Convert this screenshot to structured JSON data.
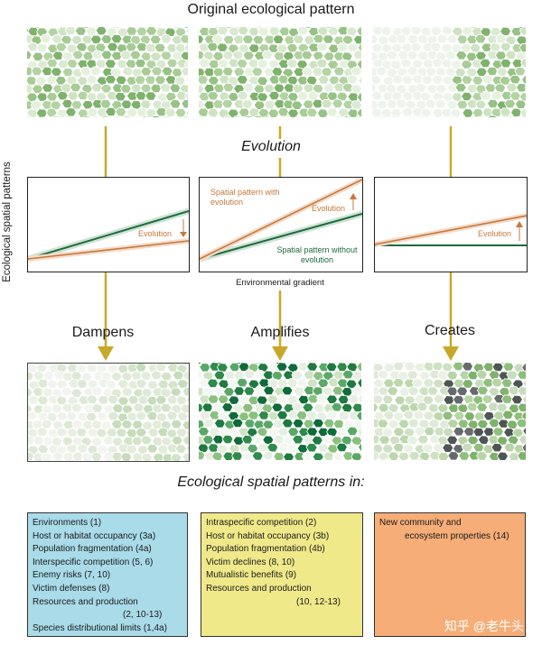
{
  "header": {
    "title": "Original ecological pattern"
  },
  "center_label": "Evolution",
  "y_axis_label": "Ecological spatial patterns",
  "x_axis_label": "Environmental gradient",
  "graphs": {
    "left": {
      "evolution_label": "Evolution"
    },
    "middle": {
      "with_evolution": "Spatial pattern with evolution",
      "evolution_label": "Evolution",
      "without_evolution": "Spatial pattern without evolution"
    },
    "right": {
      "evolution_label": "Evolution"
    }
  },
  "outcomes": {
    "left": "Dampens",
    "middle": "Amplifies",
    "right": "Creates"
  },
  "lists_title": "Ecological spatial patterns in:",
  "lists": {
    "left": [
      "Environments (1)",
      "Host or habitat occupancy (3a)",
      "Population fragmentation (4a)",
      "Interspecific competition (5, 6)",
      "Enemy risks (7, 10)",
      "Victim defenses (8)",
      "Resources and production",
      "(2, 10-13)",
      "Species distributional limits (1,4a)"
    ],
    "middle": [
      "Intraspecific competition (2)",
      "Host or habitat occupancy (3b)",
      "Population fragmentation (4b)",
      "Victim declines (8, 10)",
      "Mutualistic benefits (9)",
      "Resources and production",
      "(10, 12-13)"
    ],
    "right": [
      "New community and",
      "ecosystem properties (14)"
    ]
  },
  "colors": {
    "evolution_orange": "#c8783a",
    "no_evolution_green": "#1e6b3c",
    "arrow_gold": "#c8a82a",
    "box_blue": "#a9dbe9",
    "box_yellow": "#efe98a",
    "box_orange": "#f6ad77"
  },
  "watermark": "知乎 @老牛头"
}
